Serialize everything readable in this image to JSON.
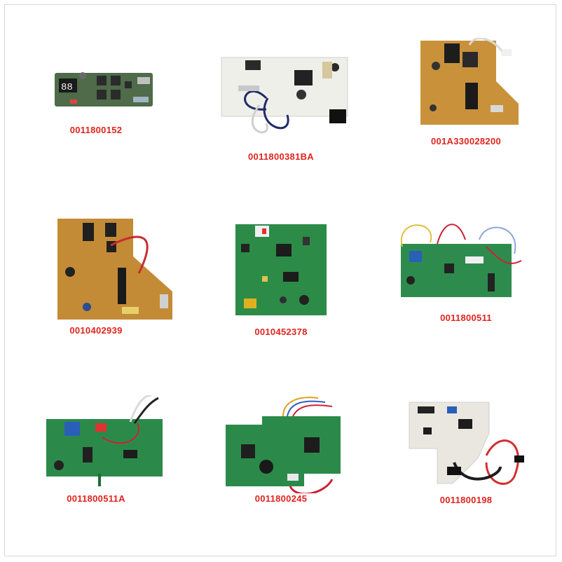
{
  "label_color": "#e0231d",
  "products": [
    {
      "code": "0011800152",
      "board": "display-board"
    },
    {
      "code": "0011800381BA",
      "board": "white-board"
    },
    {
      "code": "001A330028200",
      "board": "yellow-board"
    },
    {
      "code": "0010402939",
      "board": "yellow-board"
    },
    {
      "code": "0010452378",
      "board": "green-board"
    },
    {
      "code": "0011800511",
      "board": "green-board"
    },
    {
      "code": "0011800511A",
      "board": "green-board"
    },
    {
      "code": "0011800245",
      "board": "green-board"
    },
    {
      "code": "0011800198",
      "board": "white-board"
    }
  ]
}
